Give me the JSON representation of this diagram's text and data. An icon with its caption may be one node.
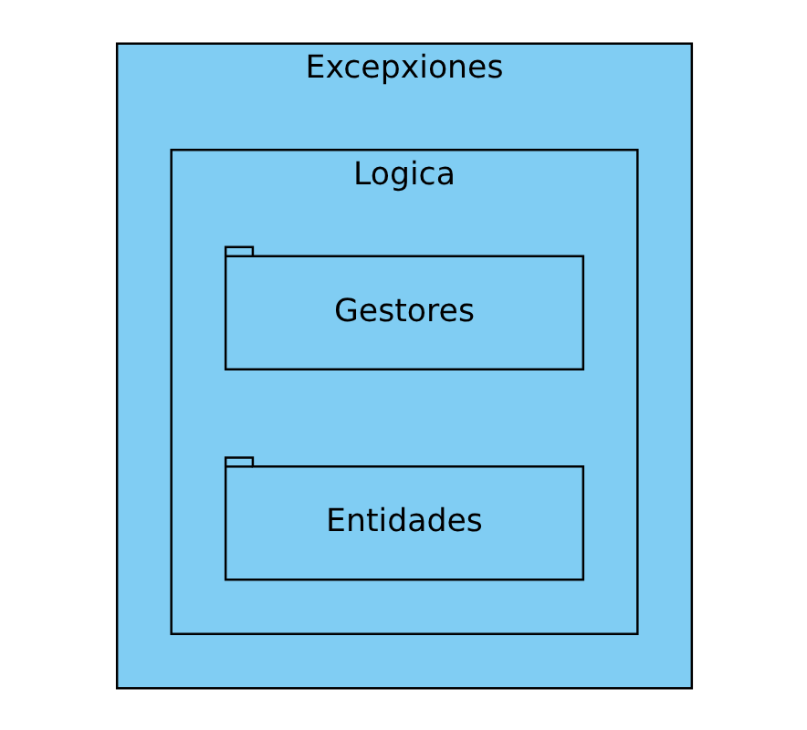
{
  "diagram": {
    "nodes": [
      {
        "text": [
          "Excepxiones"
        ]
      },
      {
        "text": [
          "Logica"
        ],
        "in": 0
      },
      {
        "text": [
          "Gestores"
        ],
        "in": 1
      },
      {
        "text": [
          "Entidades"
        ],
        "in": 1
      }
    ]
  }
}
